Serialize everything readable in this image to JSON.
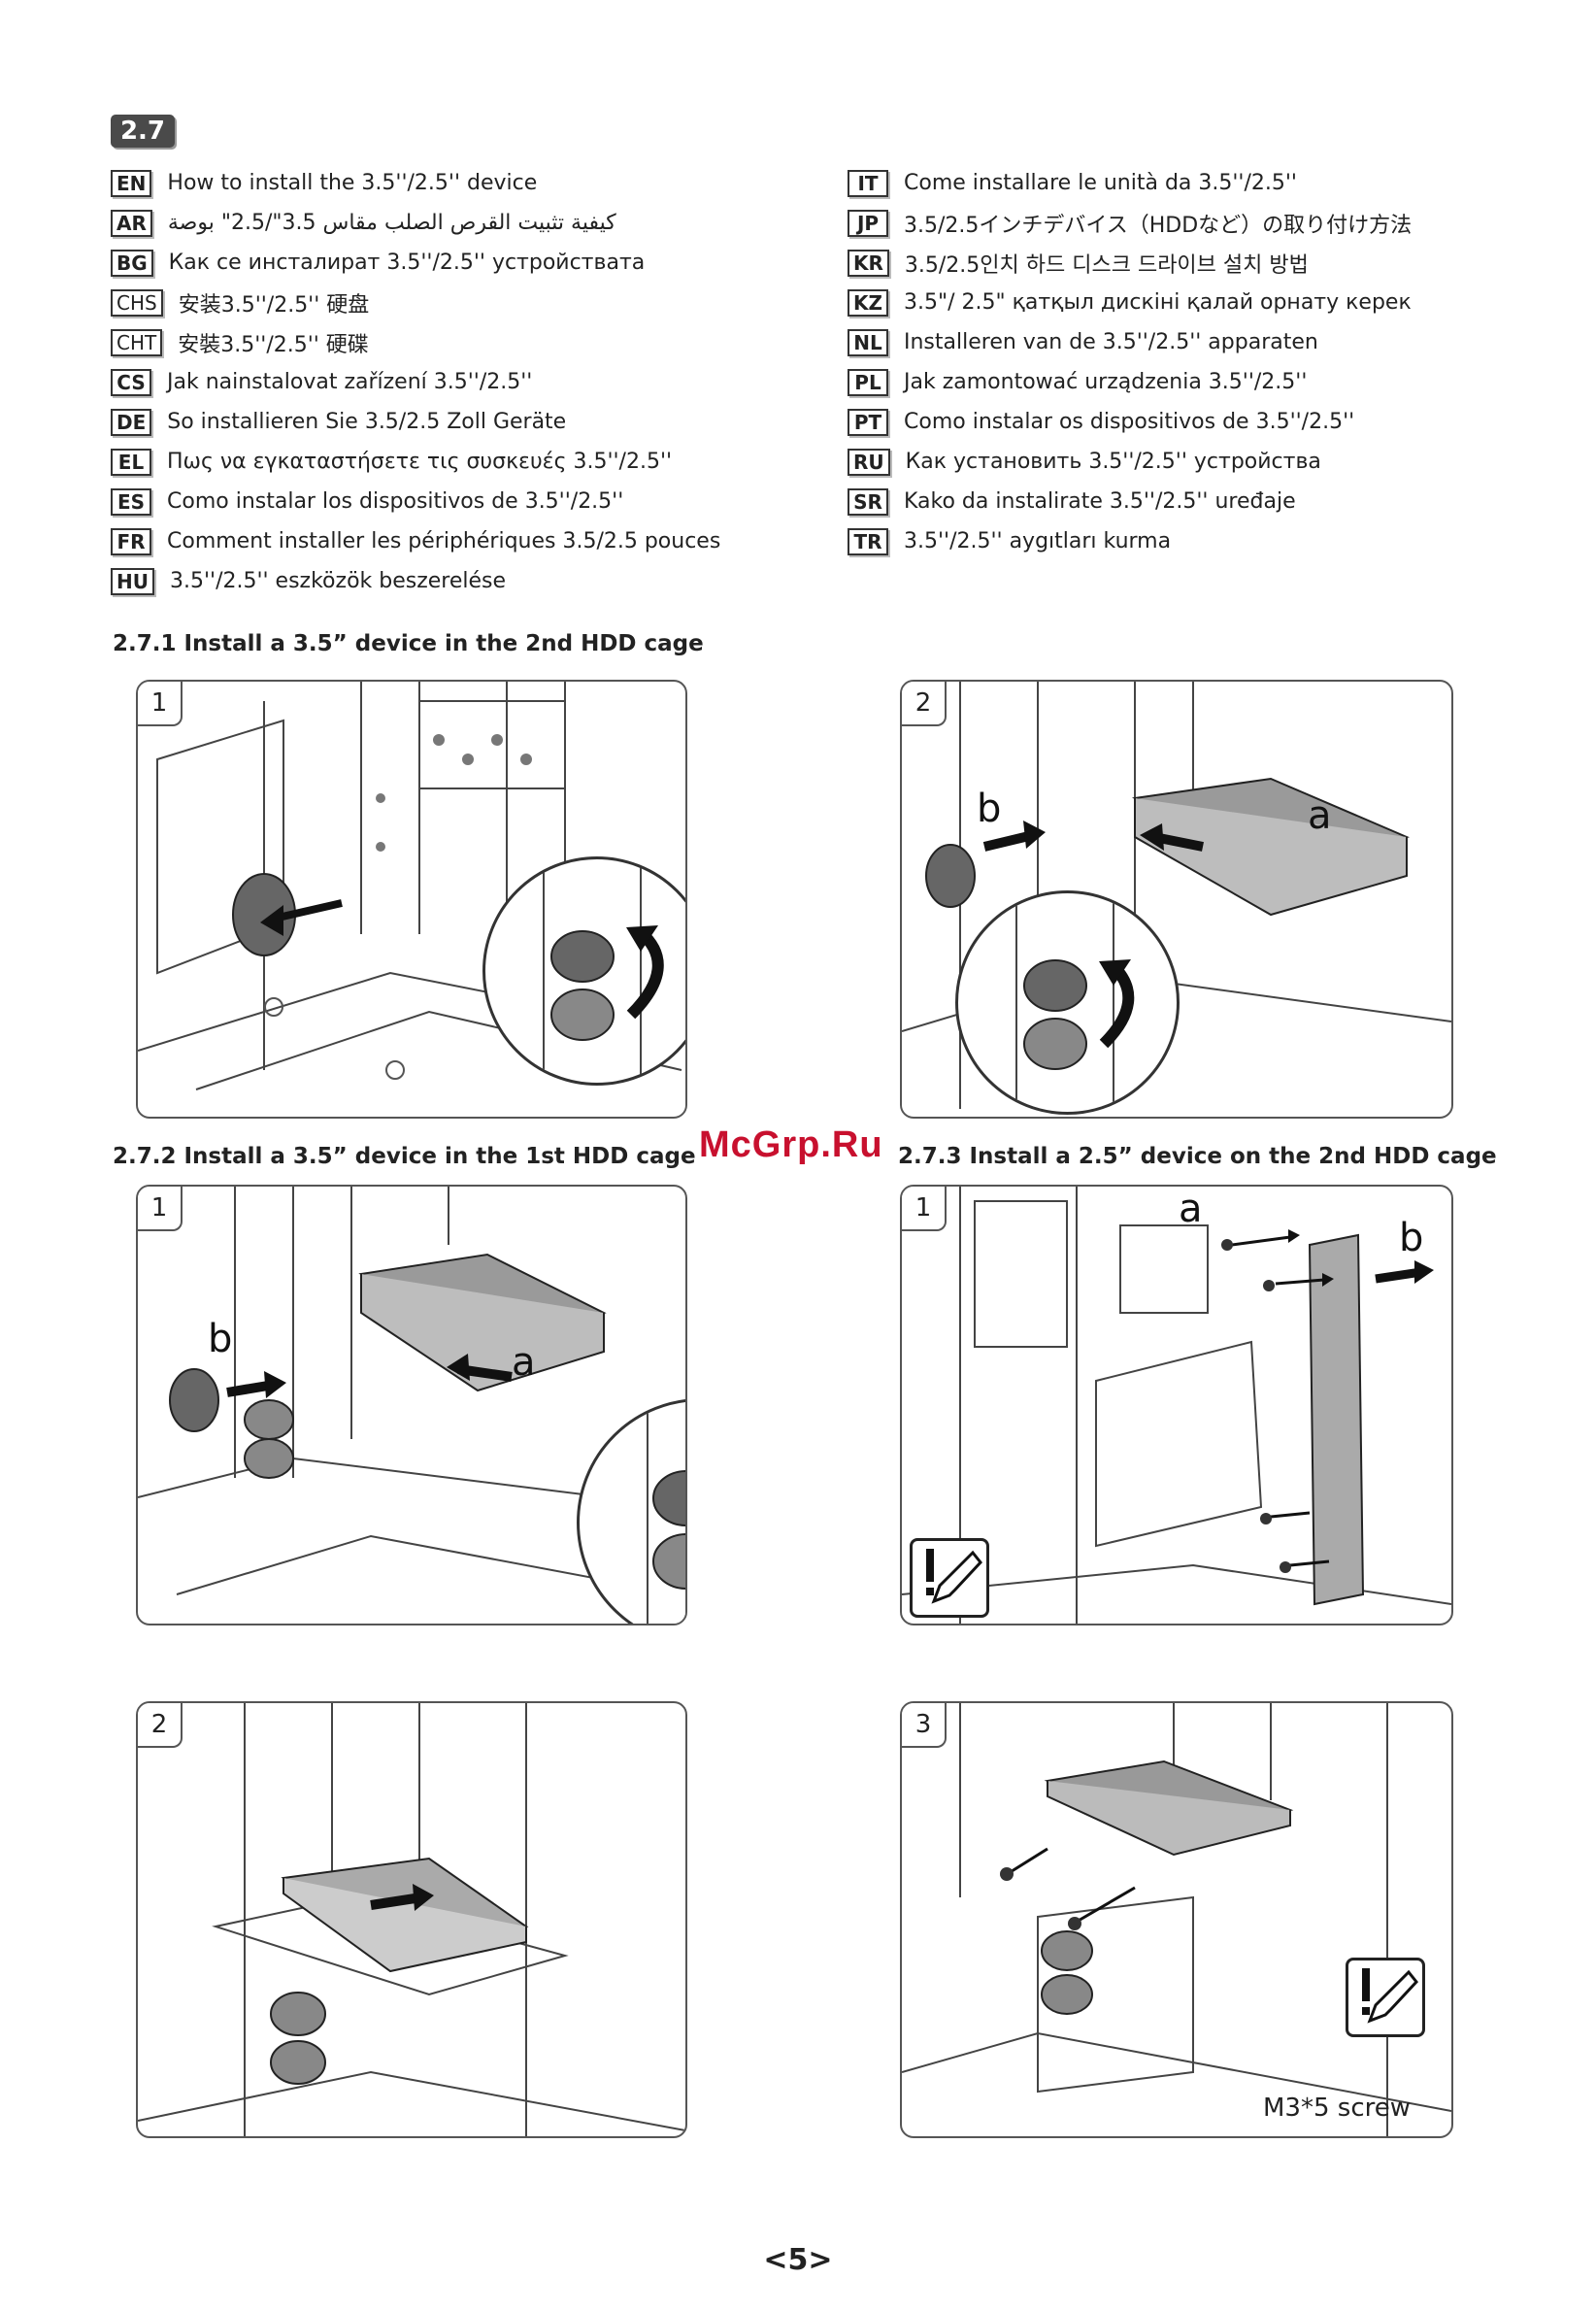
{
  "section": {
    "number": "2.7"
  },
  "languages_left": [
    {
      "code": "EN",
      "text": "How to install the 3.5''/2.5'' device"
    },
    {
      "code": "AR",
      "text": "كيفية تثبيت القرص الصلب مقاس 3.5\"/2.5\" بوصة"
    },
    {
      "code": "BG",
      "text": "Как се инсталират 3.5''/2.5'' устройствата"
    },
    {
      "code": "CHS",
      "text": "安装3.5''/2.5'' 硬盘"
    },
    {
      "code": "CHT",
      "text": "安裝3.5''/2.5'' 硬碟"
    },
    {
      "code": "CS",
      "text": "Jak nainstalovat zařízení 3.5''/2.5''"
    },
    {
      "code": "DE",
      "text": "So installieren Sie 3.5/2.5 Zoll Geräte"
    },
    {
      "code": "EL",
      "text": "Πως να εγκαταστήσετε τις συσκευές 3.5''/2.5''"
    },
    {
      "code": "ES",
      "text": "Como instalar los dispositivos de 3.5''/2.5''"
    },
    {
      "code": "FR",
      "text": "Comment installer les périphériques 3.5/2.5 pouces"
    },
    {
      "code": "HU",
      "text": "3.5''/2.5'' eszközök beszerelése"
    }
  ],
  "languages_right": [
    {
      "code": "IT",
      "text": "Come installare le unità da 3.5''/2.5''"
    },
    {
      "code": "JP",
      "text": "3.5/2.5インチデバイス（HDDなど）の取り付け方法"
    },
    {
      "code": "KR",
      "text": "3.5/2.5인치 하드 디스크 드라이브 설치 방법"
    },
    {
      "code": "KZ",
      "text": "3.5\"/ 2.5\" қатқыл дискіні қалай орнату керек"
    },
    {
      "code": "NL",
      "text": "Installeren van de 3.5''/2.5'' apparaten"
    },
    {
      "code": "PL",
      "text": "Jak zamontować urządzenia 3.5''/2.5''"
    },
    {
      "code": "PT",
      "text": "Como instalar os dispositivos de 3.5''/2.5''"
    },
    {
      "code": "RU",
      "text": "Как установить 3.5''/2.5'' устройства"
    },
    {
      "code": "SR",
      "text": "Kako da instalirate 3.5''/2.5'' uređaje"
    },
    {
      "code": "TR",
      "text": "3.5''/2.5'' aygıtları kurma"
    }
  ],
  "subsections": {
    "s271": "2.7.1 Install a 3.5” device in the 2nd HDD cage",
    "s272": "2.7.2 Install a 3.5” device in the 1st HDD cage",
    "s273": "2.7.3 Install a 2.5” device on the 2nd HDD cage"
  },
  "steps": {
    "s271_1": "1",
    "s271_2": "2",
    "s272_1": "1",
    "s272_2": "2",
    "s273_1": "1",
    "s273_3": "3"
  },
  "callouts": {
    "a": "a",
    "b": "b"
  },
  "screw_label": "M3*5 screw",
  "watermark": "McGrp.Ru",
  "page_number": "<5>",
  "icons": {
    "screwdriver": "screwdriver-warning-icon"
  }
}
